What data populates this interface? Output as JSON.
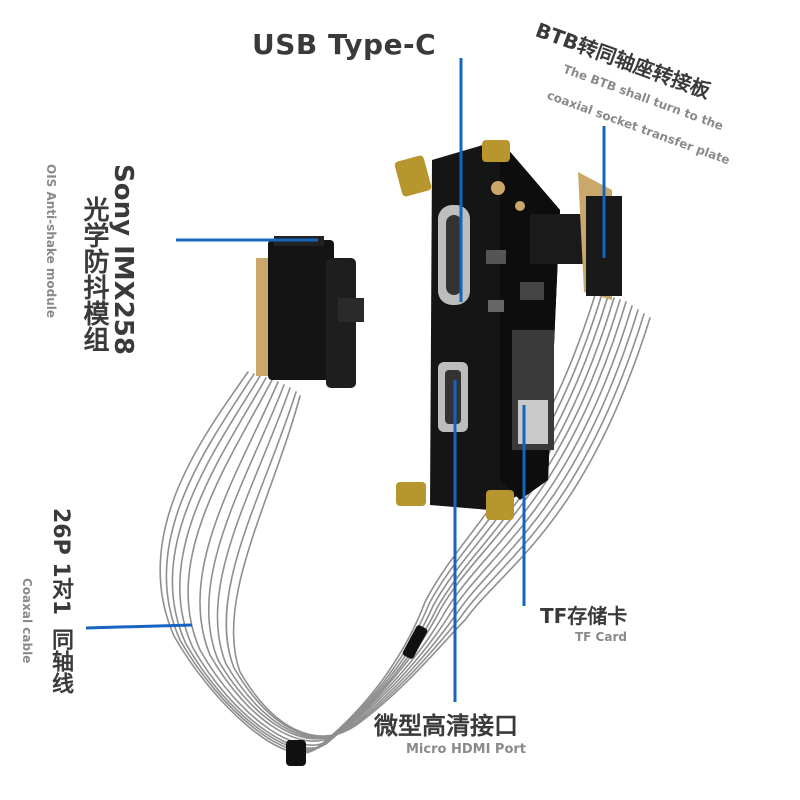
{
  "labels": {
    "usb": {
      "title": "USB Type-C"
    },
    "btb": {
      "title": "BTB转同轴座转接板",
      "subtitle_1": "The BTB shall turn to the",
      "subtitle_2": "coaxial socket transfer plate"
    },
    "sensor": {
      "title_1": "Sony IMX258",
      "title_2": "光学防抖模组",
      "subtitle": "OIS Anti-shake module"
    },
    "cable": {
      "title_1": "26P 1对1",
      "title_2": "同轴线",
      "subtitle": "Coaxal cable"
    },
    "tf": {
      "title": "TF存储卡",
      "subtitle": "TF Card"
    },
    "hdmi": {
      "title": "微型高清接口",
      "subtitle": "Micro HDMI Port"
    }
  },
  "colors": {
    "leader": "#1565c0",
    "text": "#3a3a3a",
    "subtext": "#8a8a8a",
    "pcb": "#151515",
    "gold": "#b8962e",
    "cable": "#8f8f8f"
  },
  "icons": {
    "board": "camera-board-illustration",
    "module": "camera-module-illustration",
    "cable": "coax-cable-illustration"
  }
}
